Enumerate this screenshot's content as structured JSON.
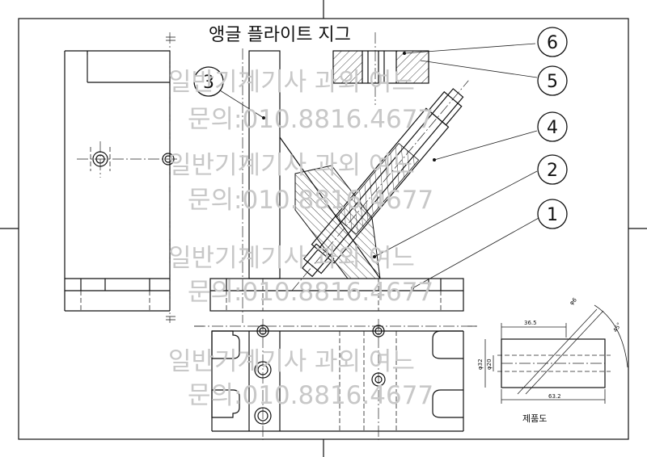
{
  "title": "앵글 플라이트 지그",
  "watermarks": [
    {
      "line1": "일반기계기사 과외 여느",
      "line2": "문의:010.8816.4677"
    },
    {
      "line1": "일반기계기사 과외 여느",
      "line2": "문의:010.8816.4677"
    },
    {
      "line1": "일반기계기사 과외 여느",
      "line2": "문의:010.8816.4677"
    },
    {
      "line1": "일반기계기사 과외 여느",
      "line2": "문의:010.8816.4677"
    }
  ],
  "balloons": [
    "1",
    "2",
    "3",
    "4",
    "5",
    "6"
  ],
  "product": {
    "label": "제품도",
    "dims": {
      "length_top": "36.5",
      "length_total": "63.2",
      "dia_outer": "φ32",
      "dia_inner": "φ20",
      "hole_dia": "φ6",
      "angle": "45°"
    }
  },
  "colors": {
    "line": "#111111",
    "watermark": "#c8c8c8",
    "background": "#ffffff"
  }
}
